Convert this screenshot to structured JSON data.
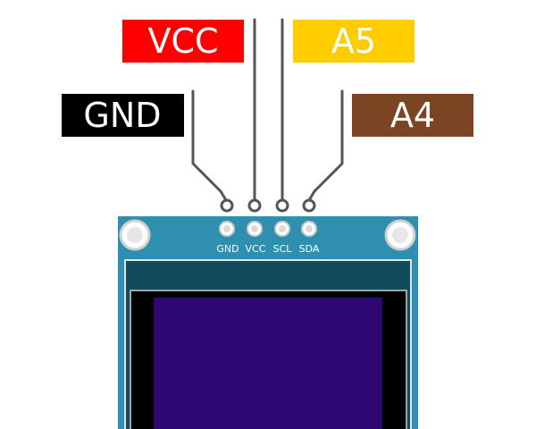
{
  "labels": {
    "vcc": {
      "text": "VCC",
      "color": "#ff0000",
      "text_color": "#ffffff"
    },
    "a5": {
      "text": "A5",
      "color": "#ffcc00",
      "text_color": "#ffffff"
    },
    "gnd": {
      "text": "GND",
      "color": "#000000",
      "text_color": "#ffffff"
    },
    "a4": {
      "text": "A4",
      "color": "#7b4422",
      "text_color": "#ffffff"
    }
  },
  "pins": [
    "GND",
    "VCC",
    "SCL",
    "SDA"
  ],
  "colors": {
    "wire": "#555555",
    "pcb": "#2e8fb1",
    "display_frame": "#124c5a",
    "display_black": "#000000",
    "screen": "#2e0773"
  }
}
